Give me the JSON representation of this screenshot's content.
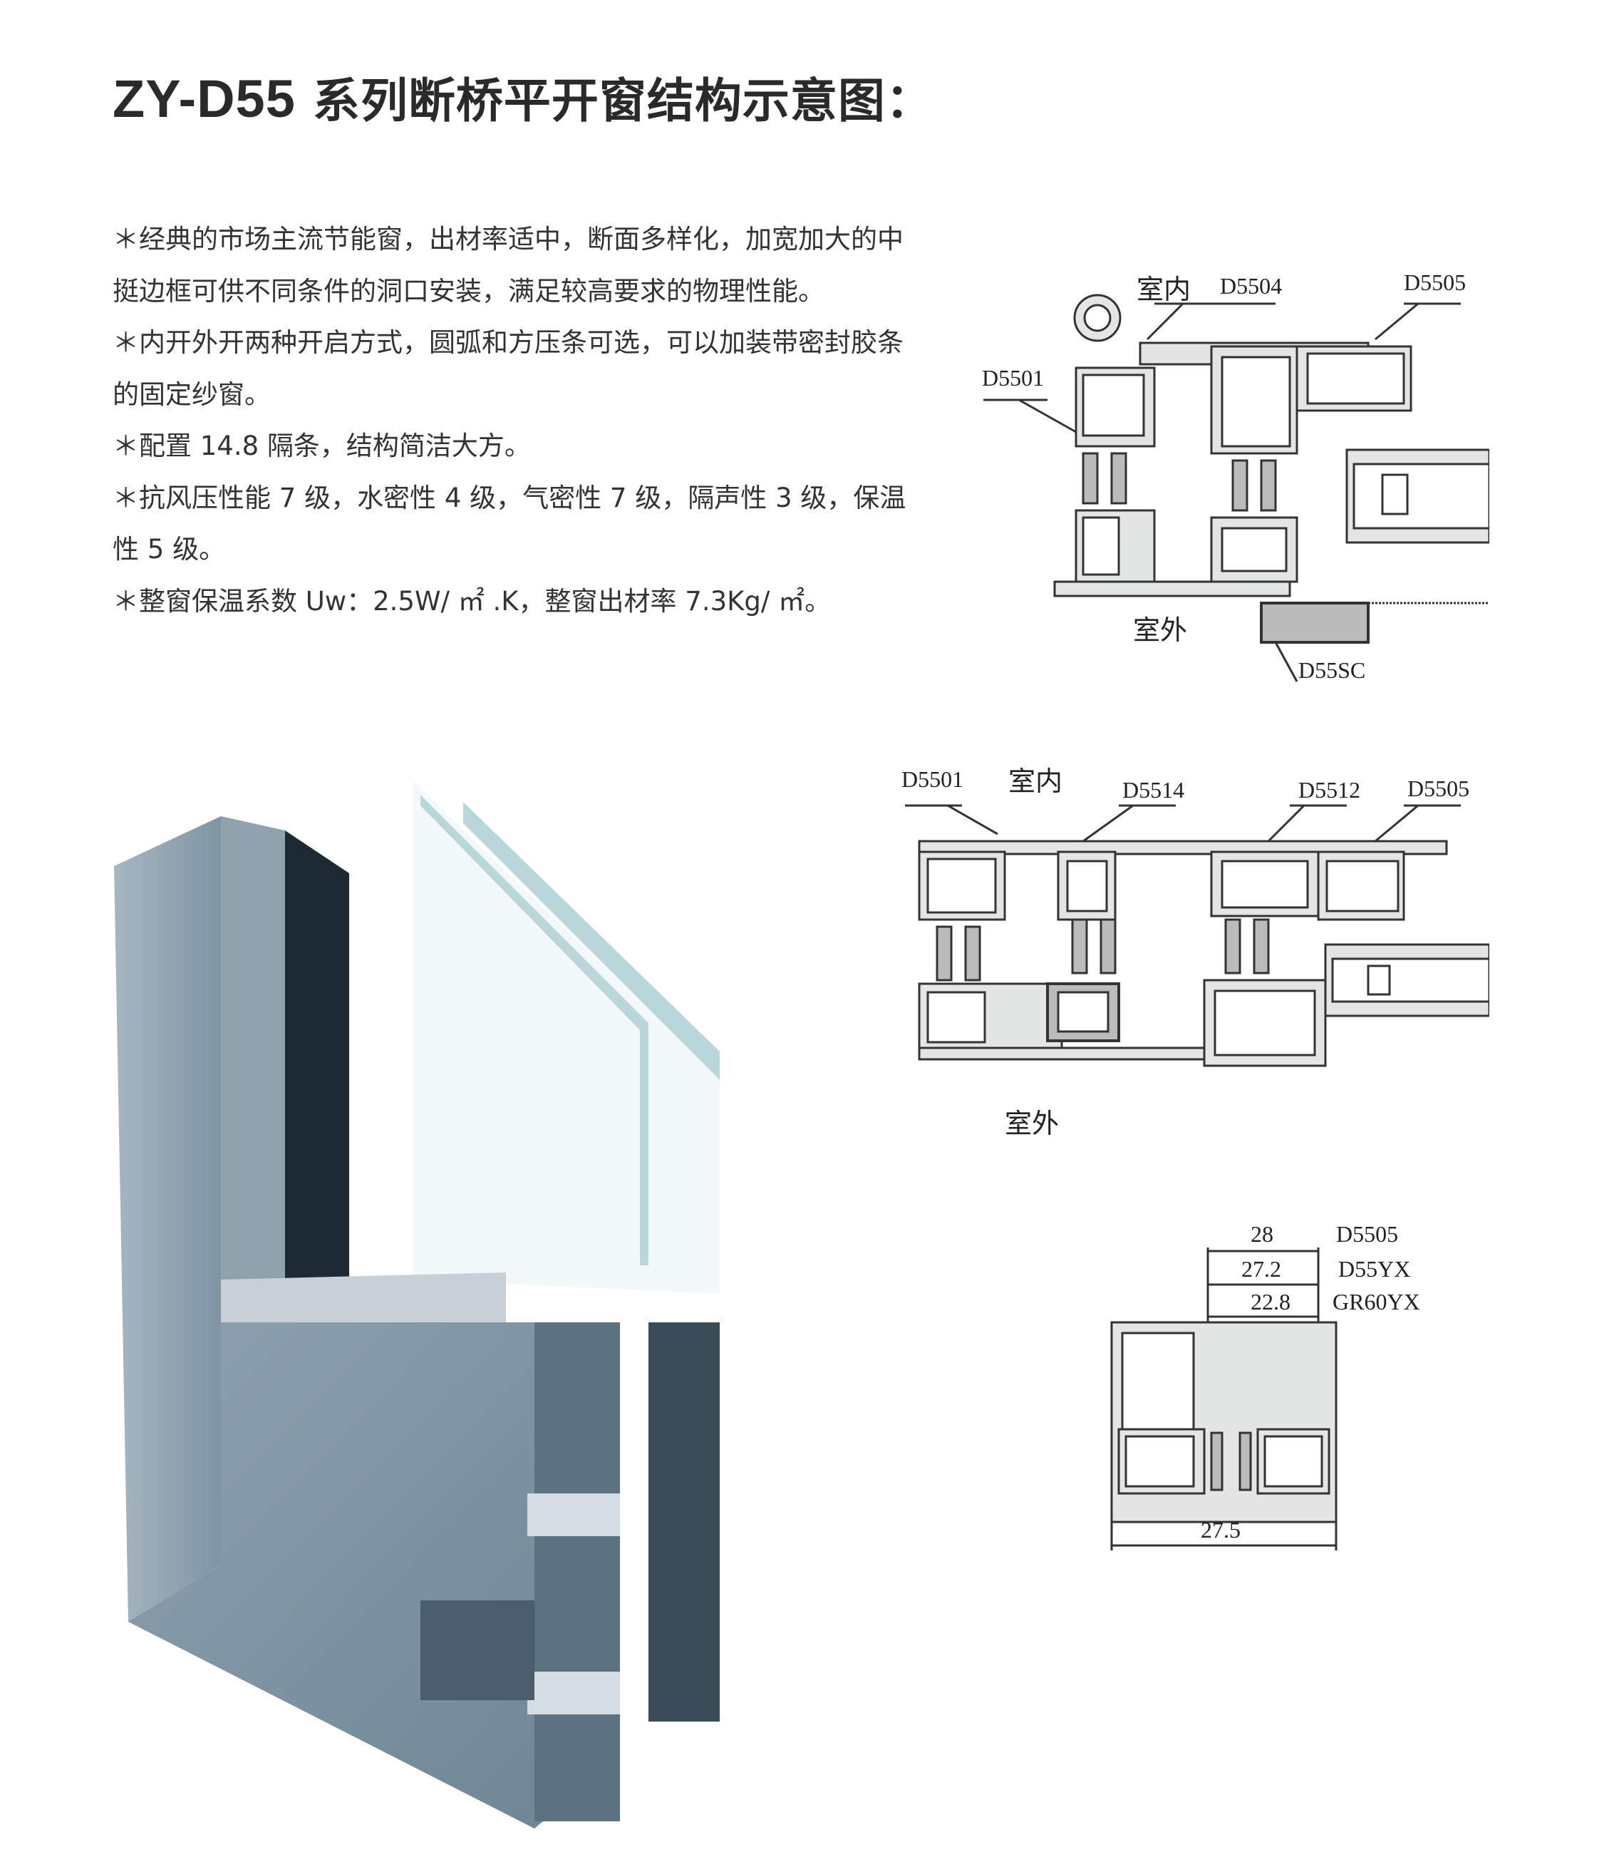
{
  "header": {
    "model": "ZY-D55",
    "title_rest": " 系列断桥平开窗结构示意图："
  },
  "description": [
    "＊经典的市场主流节能窗，出材率适中，断面多样化，加宽加大的中挺边框可供不同条件的洞口安装，满足较高要求的物理性能。",
    "＊内开外开两种开启方式，圆弧和方压条可选，可以加装带密封胶条的固定纱窗。",
    "＊配置 14.8 隔条，结构简洁大方。",
    "＊抗风压性能 7 级，水密性 4 级，气密性 7 级，隔声性 3 级，保温性 5 级。",
    "＊整窗保温系数 Uw：2.5W/ ㎡ .K，整窗出材率 7.3Kg/ ㎡。"
  ],
  "diagram1": {
    "indoor": "室内",
    "outdoor": "室外",
    "labels": [
      "D5501",
      "D5504",
      "D5505",
      "D55SC"
    ]
  },
  "diagram2": {
    "indoor": "室内",
    "outdoor": "室外",
    "labels": [
      "D5501",
      "D5514",
      "D5512",
      "D5505"
    ]
  },
  "diagram3": {
    "dims": [
      "28",
      "27.2",
      "22.8",
      "27.5"
    ],
    "labels": [
      "D5505",
      "D55YX",
      "GR60YX"
    ]
  },
  "colors": {
    "profile": "#e4e6e6",
    "outline": "#333333",
    "photo_frame": "#8fa3b0",
    "photo_dark": "#1e2a33"
  }
}
